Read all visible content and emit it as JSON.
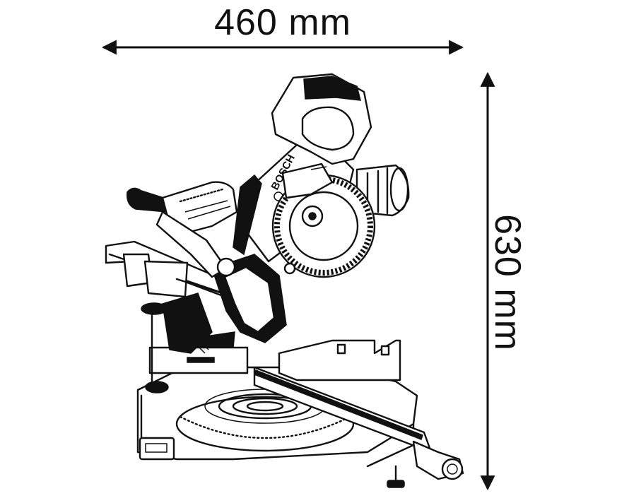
{
  "dimensions": {
    "width_label": "460 mm",
    "height_label": "630 mm"
  },
  "tool": {
    "brand_mark": "BOSCH"
  }
}
